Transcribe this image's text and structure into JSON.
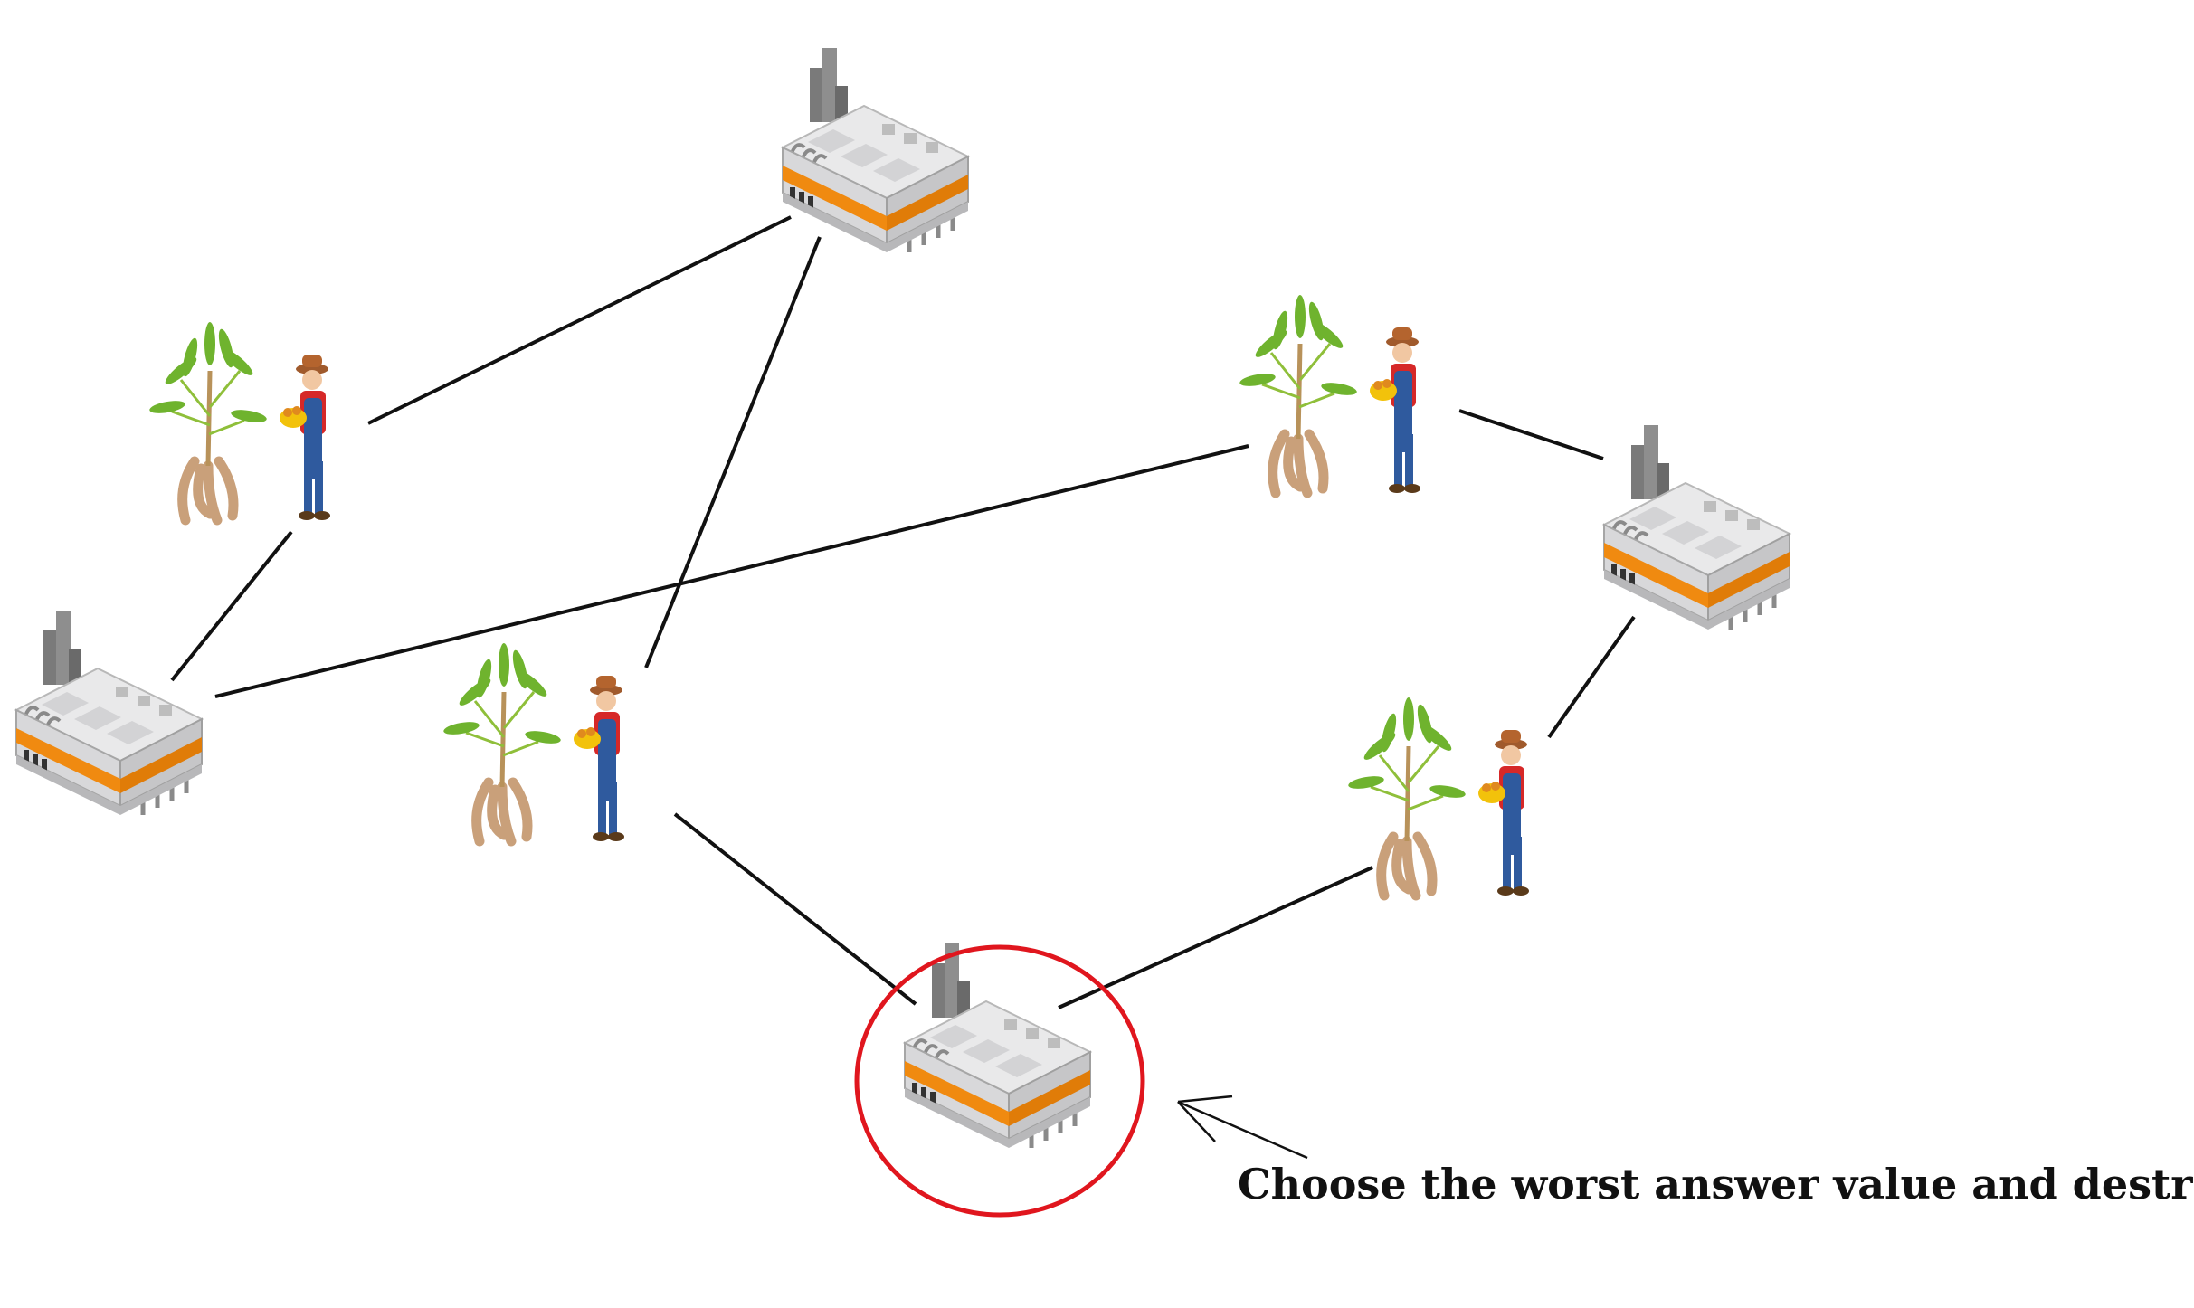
{
  "caption": "Choose the worst answer value and destroy.",
  "nodes": [
    {
      "id": "factory-top",
      "kind": "factory"
    },
    {
      "id": "factory-left",
      "kind": "factory"
    },
    {
      "id": "factory-right",
      "kind": "factory"
    },
    {
      "id": "factory-bottom",
      "kind": "factory",
      "highlighted": true
    },
    {
      "id": "farmer-upper-left",
      "kind": "farmer"
    },
    {
      "id": "farmer-center",
      "kind": "farmer"
    },
    {
      "id": "farmer-upper-right",
      "kind": "farmer"
    },
    {
      "id": "farmer-lower-right",
      "kind": "farmer"
    }
  ],
  "edges": [
    [
      "farmer-upper-left",
      "factory-top"
    ],
    [
      "farmer-upper-left",
      "factory-left"
    ],
    [
      "factory-top",
      "farmer-center"
    ],
    [
      "factory-left",
      "farmer-upper-right"
    ],
    [
      "farmer-upper-right",
      "factory-right"
    ],
    [
      "factory-right",
      "farmer-lower-right"
    ],
    [
      "farmer-center",
      "factory-bottom"
    ],
    [
      "factory-bottom",
      "farmer-lower-right"
    ]
  ],
  "colors": {
    "highlight": "#e0161e",
    "accent": "#f08a10",
    "line": "#111111"
  },
  "icons": {
    "factory": "factory-icon",
    "farmer": "farmer-with-cassava-icon",
    "pointer": "arrow-pointer-icon"
  }
}
